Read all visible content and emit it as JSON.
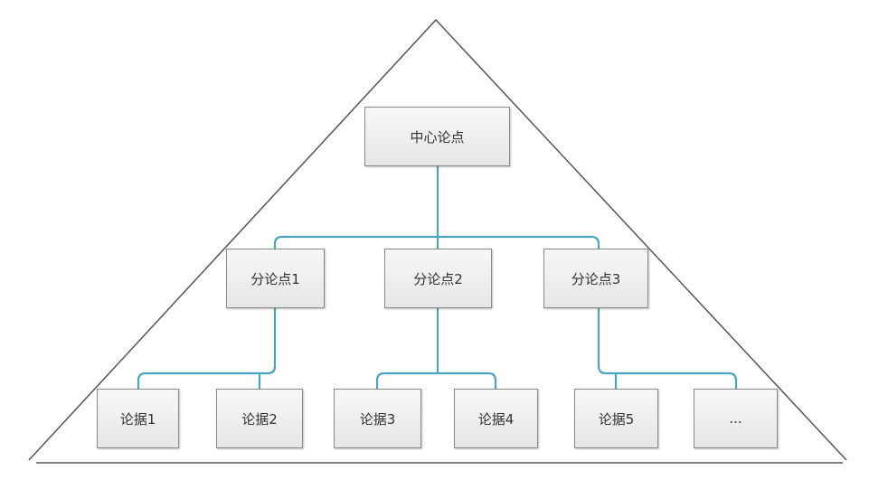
{
  "diagram": {
    "root": {
      "label": "中心论点"
    },
    "sub_points": [
      {
        "label": "分论点1"
      },
      {
        "label": "分论点2"
      },
      {
        "label": "分论点3"
      }
    ],
    "evidence": [
      {
        "label": "论据1"
      },
      {
        "label": "论据2"
      },
      {
        "label": "论据3"
      },
      {
        "label": "论据4"
      },
      {
        "label": "论据5"
      },
      {
        "label": "..."
      }
    ],
    "colors": {
      "connector": "#4aa3c4",
      "outline": "#555555",
      "box_border": "#8a8a8a",
      "box_fill": "#eeeeee",
      "text": "#333333"
    }
  }
}
